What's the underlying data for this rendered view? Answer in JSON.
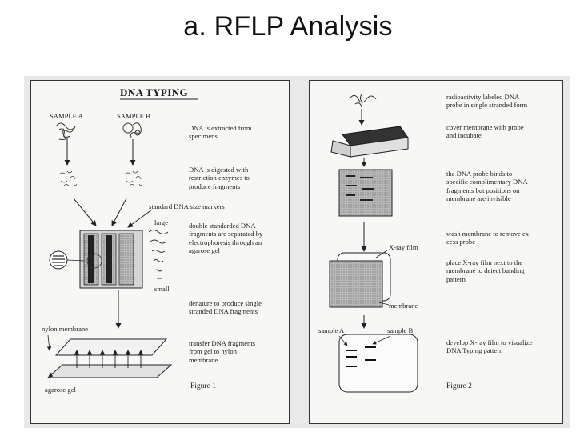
{
  "slide": {
    "title": "a. RFLP Analysis"
  },
  "figure1": {
    "heading": "DNA TYPING",
    "sample_a": "SAMPLE A",
    "sample_b": "SAMPLE B",
    "step1": "DNA is extracted from\nspecimens",
    "step2": "DNA is digested with\nrestriction enzymes to\nproduce fragments",
    "markers_label": "standard DNA size markers",
    "large_label": "large",
    "small_label": "small",
    "step3": "double standarded DNA\nfragments are separated by\nelectrophoresis through an\nagarose gel",
    "step4": "denature to produce single\nstranded DNA fragments",
    "nylon_label": "nylon membrane",
    "step5": "transfer DNA fragments\nfrom gel to nylon\nmembrane",
    "agarose_label": "agarose gel",
    "caption": "Figure 1"
  },
  "figure2": {
    "step1": "radioactivity labeled DNA\nprobe in single stranded form",
    "step2": "cover membrane with probe\nand incubate",
    "step3": "the DNA probe binds to\nspecific complimentary DNA\nfragments but positions on\nmembrane are invisible",
    "xray_label": "X-ray film",
    "step4": "wash membrane to remove ex-\ncess probe",
    "step5": "place X-ray film next to the\nmembrane to detect banding\npattern",
    "membrane_label": "membrane",
    "sample_a": "sample A",
    "sample_b": "sample B",
    "step6": "develop X-ray film to visualize\nDNA Typing pattern",
    "caption": "Figure 2"
  }
}
